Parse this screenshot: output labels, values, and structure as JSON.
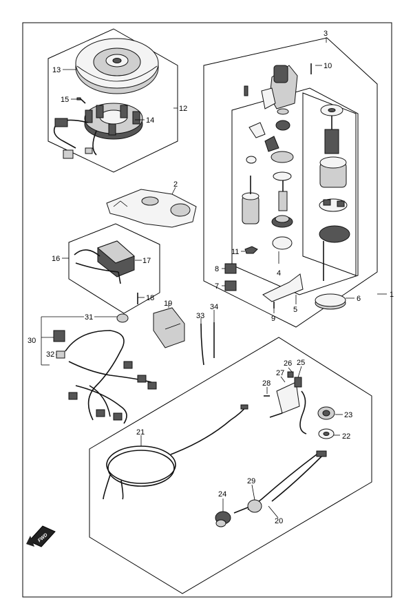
{
  "diagram": {
    "callouts": {
      "c1": "1",
      "c2": "2",
      "c3": "3",
      "c4": "4",
      "c5": "5",
      "c6": "6",
      "c7": "7",
      "c8": "8",
      "c9": "9",
      "c10": "10",
      "c11": "11",
      "c12": "12",
      "c13": "13",
      "c14": "14",
      "c15": "15",
      "c16": "16",
      "c17": "17",
      "c18": "18",
      "c19": "19",
      "c20": "20",
      "c21": "21",
      "c22": "22",
      "c23": "23",
      "c24": "24",
      "c25": "25",
      "c26": "26",
      "c27": "27",
      "c28": "28",
      "c29": "29",
      "c30": "30",
      "c31": "31",
      "c32": "32",
      "c33": "33",
      "c34": "34"
    },
    "direction_label": "FWD",
    "colors": {
      "line": "#000000",
      "part_fill": "#f4f4f4",
      "part_shade": "#cfcfcf",
      "part_dark": "#555555"
    }
  }
}
